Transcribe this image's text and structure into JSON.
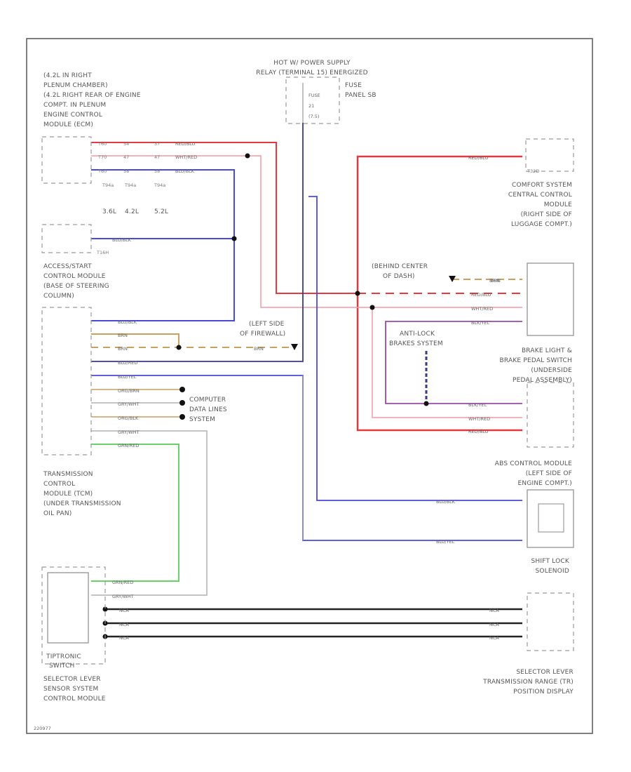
{
  "power": {
    "line1": "HOT W/ POWER SUPPLY",
    "line2": "RELAY (TERMINAL 15) ENERGIZED",
    "fuse_l1": "FUSE",
    "fuse_l2": "21",
    "fuse_l3": "(7.5)",
    "panel_l1": "FUSE",
    "panel_l2": "PANEL SB"
  },
  "ecm": {
    "l1": "(4.2L IN RIGHT",
    "l2": "PLENUM CHAMBER)",
    "l3": "(4.2L RIGHT REAR OF ENGINE",
    "l4": "COMPT. IN PLENUM",
    "l5": "ENGINE CONTROL",
    "l6": "MODULE (ECM)",
    "wires": [
      "RED/BLU",
      "WHT/RED",
      "BLU/BLK"
    ],
    "pins_a": [
      "T60",
      "T70",
      "T60"
    ],
    "pins_b": [
      "54",
      "47",
      "58"
    ],
    "pins_c": [
      "37",
      "47",
      "58"
    ],
    "engines": [
      "T94a",
      "T94a",
      "T94a"
    ],
    "engine_sizes": [
      "3.6L",
      "4.2L",
      "5.2L"
    ]
  },
  "access": {
    "connector": "T16H",
    "wire": "BLU/BLK",
    "l1": "ACCESS/START",
    "l2": "CONTROL MODULE",
    "l3": "(BASE OF STEERING",
    "l4": "COLUMN)"
  },
  "tcm": {
    "wires": [
      "BLU/BLK",
      "BRN",
      "BRN",
      "BLU/RED",
      "BLU/YEL",
      "ORG/BRN",
      "GRY/WHT",
      "ORG/BLK",
      "GRY/WHT",
      "GRN/RED"
    ],
    "l1": "TRANSMISSION",
    "l2": "CONTROL",
    "l3": "MODULE (TCM)",
    "l4": "(UNDER TRANSMISSION",
    "l5": "OIL PAN)"
  },
  "data_lines": [
    "COMPUTER",
    "DATA LINES",
    "SYSTEM"
  ],
  "firewall": {
    "l1": "(LEFT SIDE",
    "l2": "OF FIREWALL)",
    "wire": "BRN"
  },
  "dash": {
    "l1": "(BEHIND CENTER",
    "l2": "OF DASH)",
    "wire": "BRN"
  },
  "comfort": {
    "connector": "T32D",
    "wire": "RED/BLU",
    "l1": "COMFORT SYSTEM",
    "l2": "CENTRAL CONTROL",
    "l3": "MODULE",
    "l4": "(RIGHT SIDE OF",
    "l5": "LUGGAGE COMPT.)"
  },
  "brake": {
    "wires_top": [
      "BRN",
      "RED/BLU",
      "WHT/RED",
      "BLK/YEL"
    ],
    "wires_bot": [
      "BLK/YEL",
      "WHT/RED",
      "RED/BLU"
    ],
    "l1": "BRAKE LIGHT &",
    "l2": "BRAKE PEDAL SWITCH",
    "l3": "(UNDERSIDE",
    "l4": "PEDAL ASSEMBLY)"
  },
  "antilock": {
    "l1": "ANTI-LOCK",
    "l2": "BRAKES SYSTEM"
  },
  "abs": {
    "l1": "ABS CONTROL MODULE",
    "l2": "(LEFT SIDE OF",
    "l3": "ENGINE COMPT.)"
  },
  "solenoid": {
    "wires": [
      "BLU/BLK",
      "BLU/YEL"
    ],
    "l1": "SHIFT LOCK",
    "l2": "SOLENOID"
  },
  "selector": {
    "wires": [
      "GRN/RED",
      "GRY/WHT",
      "NCA",
      "NCA",
      "NCA"
    ],
    "l1": "TIPTRONIC",
    "l2": "SWITCH",
    "l3": "SELECTOR LEVER",
    "l4": "SENSOR SYSTEM",
    "l5": "CONTROL MODULE"
  },
  "display": {
    "wires": [
      "NCA",
      "NCA",
      "NCA"
    ],
    "l1": "SELECTOR LEVER",
    "l2": "TRANSMISSION RANGE (TR)",
    "l3": "POSITION DISPLAY"
  },
  "footer": {
    "code": "220977"
  },
  "colors": {
    "red": "#e23a40",
    "pink": "#f09aa0",
    "blue": "#4a4ad8",
    "navy": "#3a3a8a",
    "brown": "#c8a060",
    "purple": "#9a4aaa",
    "green": "#6ad06a",
    "gray": "#b0b0b0",
    "black": "#222222"
  }
}
